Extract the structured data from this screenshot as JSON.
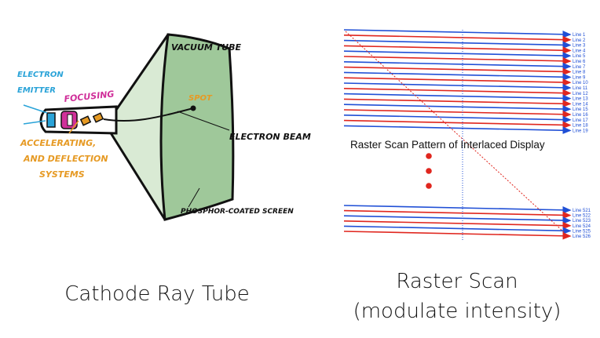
{
  "crt": {
    "caption": "Cathode Ray Tube",
    "labels": {
      "vacuum_tube": "VACUUM TUBE",
      "electron_emitter_1": "ELECTRON",
      "electron_emitter_2": "EMITTER",
      "focusing": "FOCUSING",
      "spot": "SPOT",
      "electron_beam": "ELECTRON BEAM",
      "accel_1": "ACCELERATING,",
      "accel_2": "AND DEFLECTION",
      "accel_3": "SYSTEMS",
      "screen": "PHOSPHOR-COATED SCREEN"
    },
    "colors": {
      "emitter": "#2aa3d8",
      "focusing": "#d0309a",
      "accel": "#e69a24",
      "spot": "#e69a24",
      "screen_fill": "#9fc89a",
      "cone_fill": "#d9ead4"
    }
  },
  "raster": {
    "caption_line1": "Raster Scan",
    "caption_line2": "(modulate intensity)",
    "pattern_title": "Raster Scan Pattern of Interlaced Display",
    "top_lines": [
      "Line 1",
      "Line 2",
      "Line 3",
      "Line 4",
      "Line 5",
      "Line 6",
      "Line 7",
      "Line 8",
      "Line 9",
      "Line 10",
      "Line 11",
      "Line 12",
      "Line 13",
      "Line 14",
      "Line 15",
      "Line 16",
      "Line 17",
      "Line 18",
      "Line 19"
    ],
    "bottom_lines": [
      "Line 521",
      "Line 522",
      "Line 523",
      "Line 524",
      "Line 525",
      "Line 526"
    ],
    "colors": {
      "blue": "#1f4fd6",
      "red": "#e0261e"
    }
  }
}
